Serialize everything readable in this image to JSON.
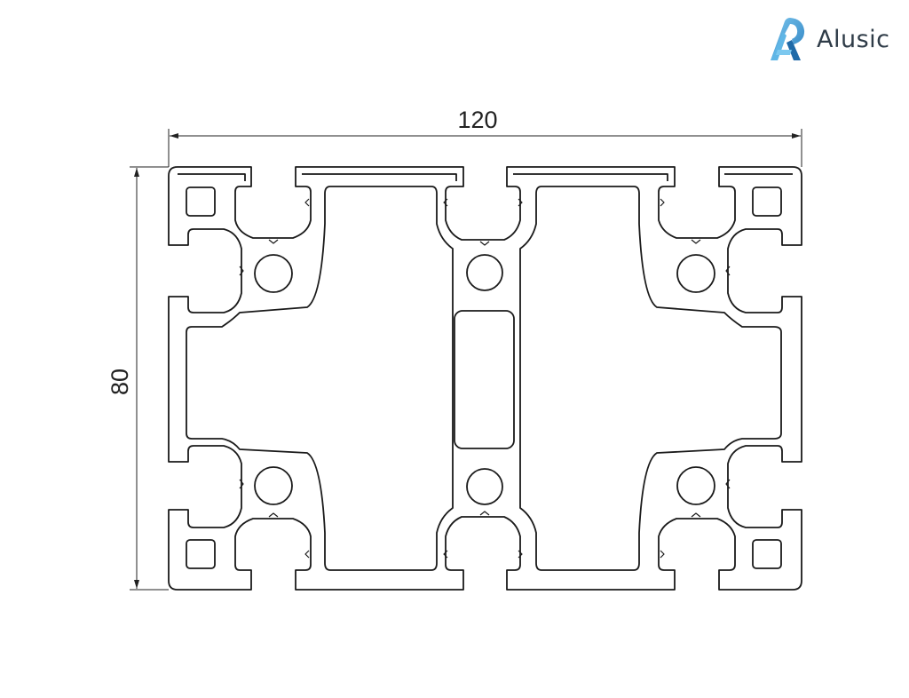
{
  "brand": {
    "name": "Alusic",
    "logo_icon": "alusic-a-logo-icon",
    "accent": "#4aa8dc"
  },
  "drawing": {
    "width_dimension": "120",
    "height_dimension": "80",
    "line_color": "#1a1a1a"
  }
}
